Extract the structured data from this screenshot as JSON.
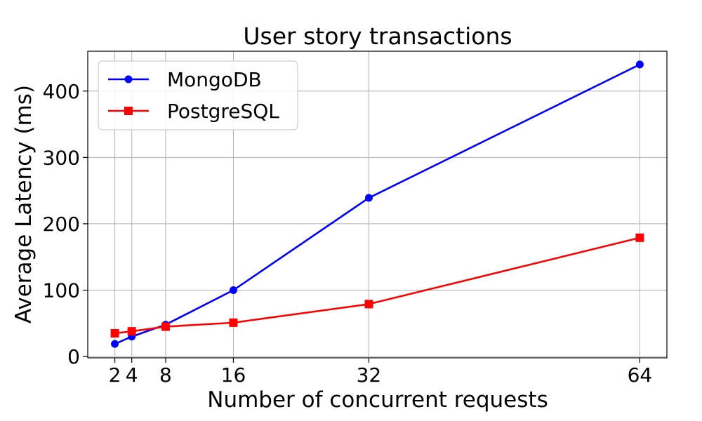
{
  "chart_data": {
    "type": "line",
    "title": "User story transactions",
    "xlabel": "Number of concurrent requests",
    "ylabel": "Average Latency (ms)",
    "x": [
      2,
      4,
      8,
      16,
      32,
      64
    ],
    "xticks": [
      2,
      4,
      8,
      16,
      32,
      64
    ],
    "yticks": [
      0,
      100,
      200,
      300,
      400
    ],
    "xlim": [
      -1.2,
      67.2
    ],
    "ylim": [
      -2,
      460
    ],
    "grid": true,
    "legend_position": "top-left",
    "series": [
      {
        "name": "MongoDB",
        "color": "#0000ff",
        "marker": "circle",
        "values": [
          19,
          30,
          48,
          100,
          239,
          440
        ]
      },
      {
        "name": "PostgreSQL",
        "color": "#ff0000",
        "marker": "square",
        "values": [
          35,
          38,
          45,
          51,
          79,
          179
        ]
      }
    ]
  }
}
